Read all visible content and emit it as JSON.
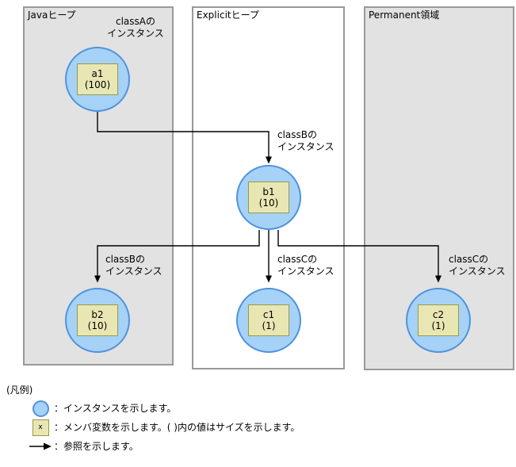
{
  "diagram": {
    "regions": [
      {
        "id": "java-heap",
        "title": "Javaヒープ",
        "style": "shaded"
      },
      {
        "id": "explicit-heap",
        "title": "Explicitヒープ",
        "style": "plain"
      },
      {
        "id": "permanent-area",
        "title": "Permanent領域",
        "style": "shaded"
      }
    ],
    "instances": [
      {
        "id": "a1",
        "name": "a1",
        "size": "(100)"
      },
      {
        "id": "b1",
        "name": "b1",
        "size": "(10)"
      },
      {
        "id": "b2",
        "name": "b2",
        "size": "(10)"
      },
      {
        "id": "c1",
        "name": "c1",
        "size": "(1)"
      },
      {
        "id": "c2",
        "name": "c2",
        "size": "(1)"
      }
    ],
    "annotations": [
      {
        "id": "anno-a1",
        "line1": "classAの",
        "line2": "インスタンス"
      },
      {
        "id": "anno-b1",
        "line1": "classBの",
        "line2": "インスタンス"
      },
      {
        "id": "anno-b2",
        "line1": "classBの",
        "line2": "インスタンス"
      },
      {
        "id": "anno-c1",
        "line1": "classCの",
        "line2": "インスタンス"
      },
      {
        "id": "anno-c2",
        "line1": "classCの",
        "line2": "インスタンス"
      }
    ],
    "colors": {
      "instance_fill": "#a6d2f7",
      "instance_border": "#4f93dd",
      "member_fill": "#e8e7b4",
      "member_border": "#999942",
      "region_shaded": "#e2e2e2",
      "region_plain": "#ffffff",
      "region_border": "#999999",
      "wire": "#000000"
    }
  },
  "legend": {
    "title": "(凡例)",
    "rows": [
      {
        "id": "legend-instance",
        "icon": "circle-icon",
        "icon_text": "",
        "text": "：インスタンスを示します。"
      },
      {
        "id": "legend-member",
        "icon": "square-box-icon",
        "icon_text": "x",
        "text": "：メンバ変数を示します。(  )内の値はサイズを示します。"
      },
      {
        "id": "legend-reference",
        "icon": "arrow-right-icon",
        "icon_text": "",
        "text": "：参照を示します。"
      }
    ]
  }
}
